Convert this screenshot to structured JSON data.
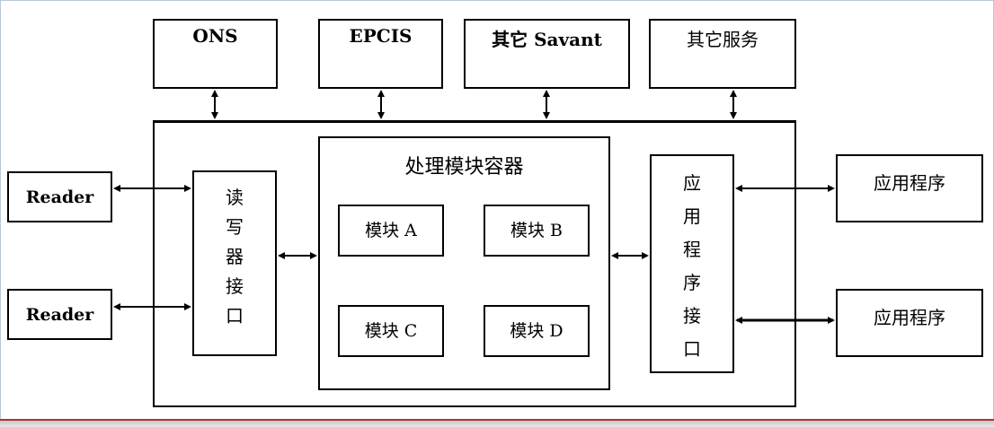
{
  "top_services": [
    {
      "id": "ons",
      "label": "ONS"
    },
    {
      "id": "epcis",
      "label": "EPCIS"
    },
    {
      "id": "savant",
      "label": "其它 Savant"
    },
    {
      "id": "other-services",
      "label": "其它服务"
    }
  ],
  "readers": [
    {
      "label": "Reader"
    },
    {
      "label": "Reader"
    }
  ],
  "reader_interface": {
    "chars": [
      "读",
      "写",
      "器",
      "接",
      "口"
    ]
  },
  "container": {
    "title": "处理模块容器",
    "modules": [
      {
        "label": "模块 A"
      },
      {
        "label": "模块 B"
      },
      {
        "label": "模块 C"
      },
      {
        "label": "模块 D"
      }
    ]
  },
  "app_interface": {
    "chars": [
      "应",
      "用",
      "程",
      "序",
      "接",
      "口"
    ]
  },
  "applications": [
    {
      "label": "应用程序"
    },
    {
      "label": "应用程序"
    }
  ]
}
